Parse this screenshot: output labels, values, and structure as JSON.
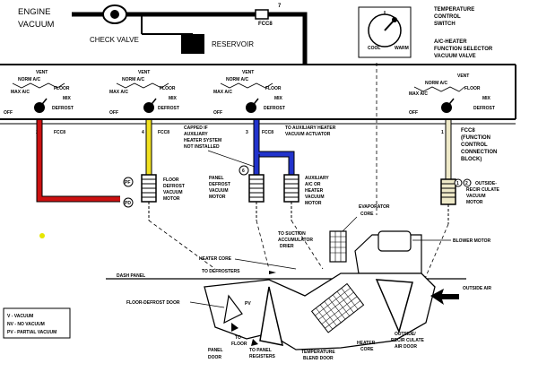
{
  "source": {
    "engine_vacuum_1": "ENGINE",
    "engine_vacuum_2": "VACUUM",
    "check_valve": "CHECK VALVE",
    "reservoir": "RESERVOIR",
    "fcc_top": "FCC8",
    "fcc_top_num": "7"
  },
  "temp_switch": {
    "title_1": "TEMPERATURE",
    "title_2": "CONTROL",
    "title_3": "SWITCH",
    "cool": "COOL",
    "warm": "WARM",
    "selector_1": "A/C-HEATER",
    "selector_2": "FUNCTION SELECTOR",
    "selector_3": "VACUUM VALVE"
  },
  "valve_positions": {
    "norm_ac": "NORM A/C",
    "vent": "VENT",
    "max_ac": "MAX A/C",
    "floor": "FLOOR",
    "mix": "MIX",
    "off": "OFF",
    "defrost": "DEFROST"
  },
  "ports": [
    {
      "num": "2",
      "label": "FCC8"
    },
    {
      "num": "4",
      "label": "FCC8"
    },
    {
      "num": "3",
      "label": "FCC8"
    },
    {
      "num": "1",
      "label": "FCC8"
    }
  ],
  "annotations": {
    "capped_1": "CAPPED IF",
    "capped_2": "AUXILIARY",
    "capped_3": "HEATER SYSTEM",
    "capped_4": "NOT INSTALLED",
    "to_aux_1": "TO AUXILIARY HEATER",
    "to_aux_2": "VACUUM ACTUATOR",
    "fcc_note_1": "(FUNCTION",
    "fcc_note_2": "CONTROL",
    "fcc_note_3": "CONNECTION",
    "fcc_note_4": "BLOCK)"
  },
  "motors": {
    "floor_defrost_1": "FLOOR",
    "floor_defrost_2": "DEFROST",
    "floor_defrost_3": "VACUUM",
    "floor_defrost_4": "MOTOR",
    "panel_defrost_1": "PANEL",
    "panel_defrost_2": "DEFROST",
    "panel_defrost_3": "VACUUM",
    "panel_defrost_4": "MOTOR",
    "aux_1": "AUXILIARY",
    "aux_2": "A/C OR",
    "aux_3": "HEATER",
    "aux_4": "VACUUM",
    "aux_5": "MOTOR",
    "outside_1": "OUTSIDE-",
    "outside_2": "RECIR CULATE",
    "outside_3": "VACUUM",
    "outside_4": "MOTOR",
    "port_pf": "PF",
    "port_pd": "PD",
    "port_6": "6",
    "port_1": "1",
    "port_2": "2"
  },
  "assembly": {
    "evap_1": "EVAPORATOR",
    "evap_2": "CORE",
    "to_suction_1": "TO SUCTION",
    "to_suction_2": "ACCUMULATOR",
    "to_suction_3": "DRIER",
    "blower": "BLOWER MOTOR",
    "heater_core": "HEATER CORE",
    "to_defrosters": "TO DEFROSTERS",
    "dash_panel": "DASH PANEL",
    "outside_air": "OUTSIDE AIR",
    "floor_defrost_door": "FLOOR-DEFROST DOOR",
    "to_floor_1": "TO",
    "to_floor_2": "FLOOR",
    "panel_door_1": "PANEL",
    "panel_door_2": "DOOR",
    "to_panel_1": "TO PANEL",
    "to_panel_2": "REGISTERS",
    "temp_blend_1": "TEMPERATURE",
    "temp_blend_2": "BLEND DOOR",
    "heater_core_2_1": "HEATER",
    "heater_core_2_2": "CORE",
    "outside_recirc_1": "OUTSIDE/",
    "outside_recirc_2": "RECIR CULATE",
    "outside_recirc_3": "AIR DOOR",
    "pv": "PV"
  },
  "legend": {
    "v": "V - VACUUM",
    "nv": "NV - NO VACUUM",
    "pv": "PV - PARTIAL VACUUM"
  },
  "colors": {
    "line_red": "#cc1111",
    "line_yellow": "#f0e020",
    "line_blue": "#2233cc",
    "line_cream": "#eee9c8",
    "dot_yellow": "#e6e600"
  }
}
